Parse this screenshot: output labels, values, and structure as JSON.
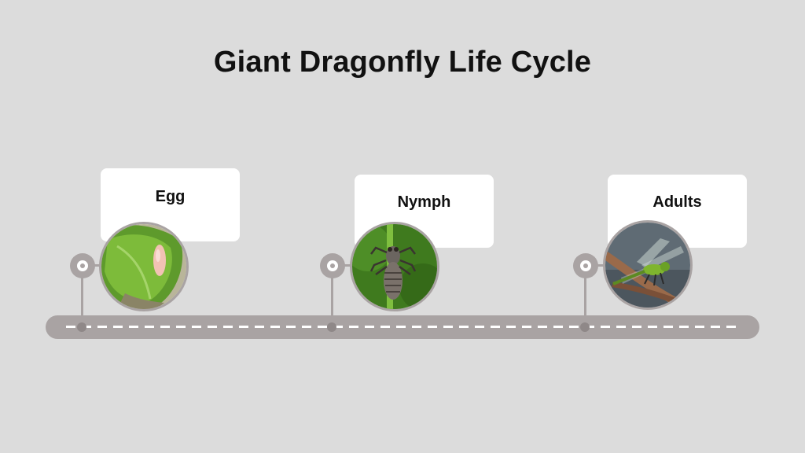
{
  "title": "Giant Dragonfly Life Cycle",
  "stages": [
    {
      "label": "Egg",
      "photo": "egg-photo"
    },
    {
      "label": "Nymph",
      "photo": "nymph-photo"
    },
    {
      "label": "Adults",
      "photo": "adult-dragonfly-photo"
    }
  ],
  "colors": {
    "background": "#dcdcdc",
    "track": "#a9a3a3",
    "card": "#ffffff",
    "title": "#111111"
  }
}
